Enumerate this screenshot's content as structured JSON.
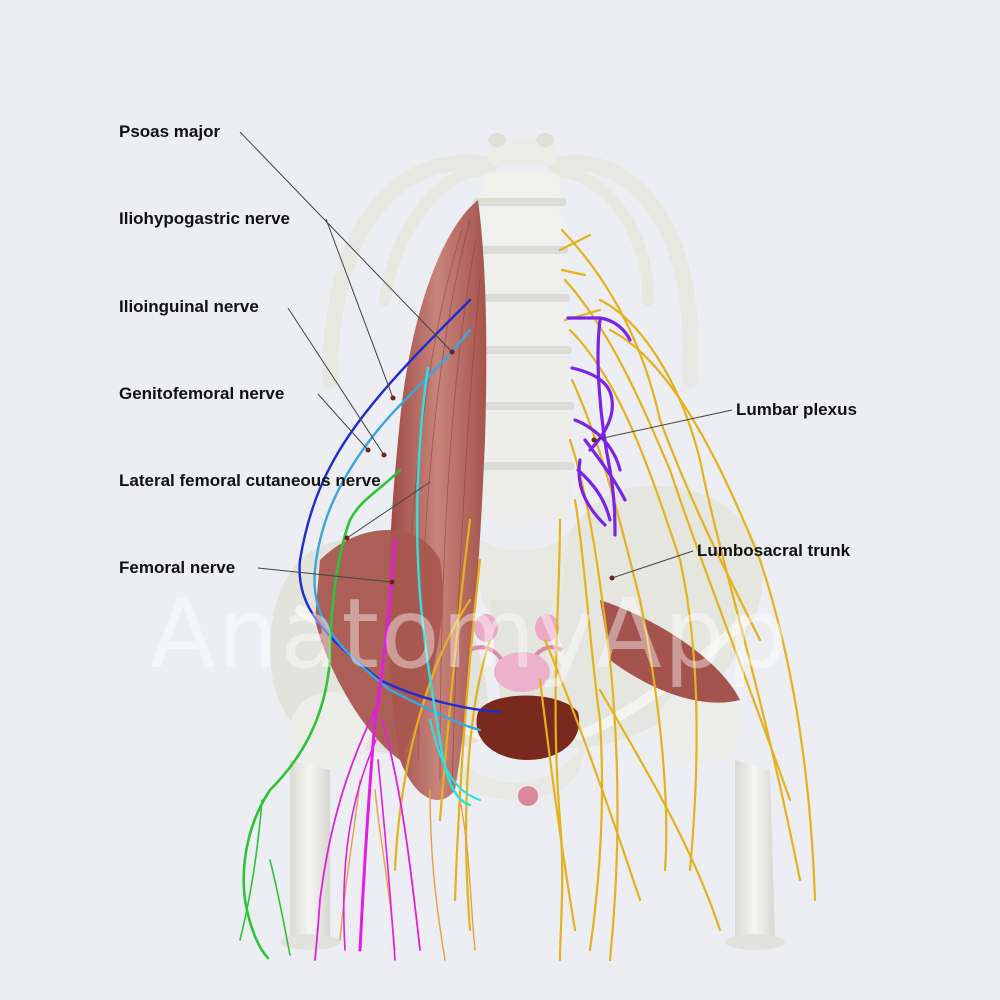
{
  "labels": {
    "psoas_major": "Psoas major",
    "iliohypogastric_nerve": "Iliohypogastric nerve",
    "ilioinguinal_nerve": "Ilioinguinal nerve",
    "genitofemoral_nerve": "Genitofemoral nerve",
    "lateral_femoral_cutaneous_nerve": "Lateral femoral cutaneous nerve",
    "femoral_nerve": "Femoral nerve",
    "lumbar_plexus": "Lumbar plexus",
    "lumbosacral_trunk": "Lumbosacral trunk"
  },
  "watermark": "AnatomyApp",
  "colors": {
    "background": "#eceef3",
    "bone": "#eeeeea",
    "muscle": "#b86a62",
    "nerve_yellow": "#e4b21c",
    "iliohypogastric": "#1f2bd0",
    "ilioinguinal": "#3aa6e0",
    "genitofemoral": "#2ee0e0",
    "lateral_femoral_cutaneous": "#2ec43a",
    "femoral": "#e21ee0",
    "lumbar_plexus": "#7a22e8",
    "bladder": "#7a2a1c",
    "uterus": "#e8a8c8",
    "leader": "#444444"
  }
}
